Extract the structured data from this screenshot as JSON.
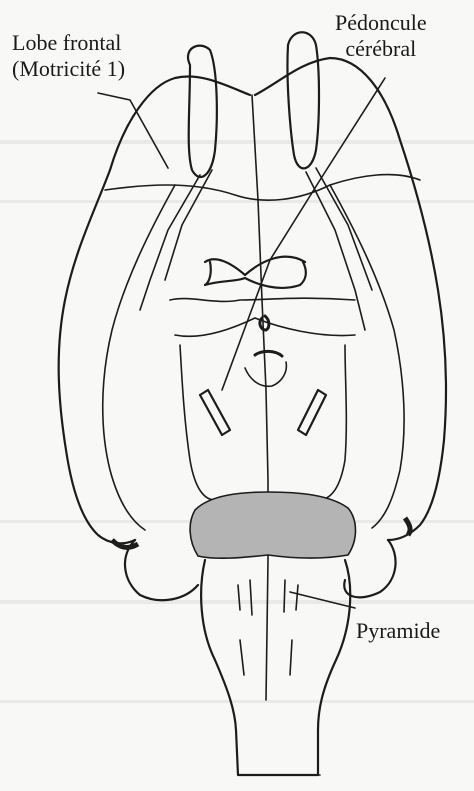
{
  "labels": {
    "lobe_frontal_line1": "Lobe frontal",
    "lobe_frontal_line2": "(Motricité 1)",
    "pedoncule_line1": "Pédoncule",
    "pedoncule_line2": "cérébral",
    "pyramide": "Pyramide"
  },
  "colors": {
    "ink": "#1c1c1c",
    "shading": "#b4b4b4",
    "background": "#f8f8f6"
  }
}
